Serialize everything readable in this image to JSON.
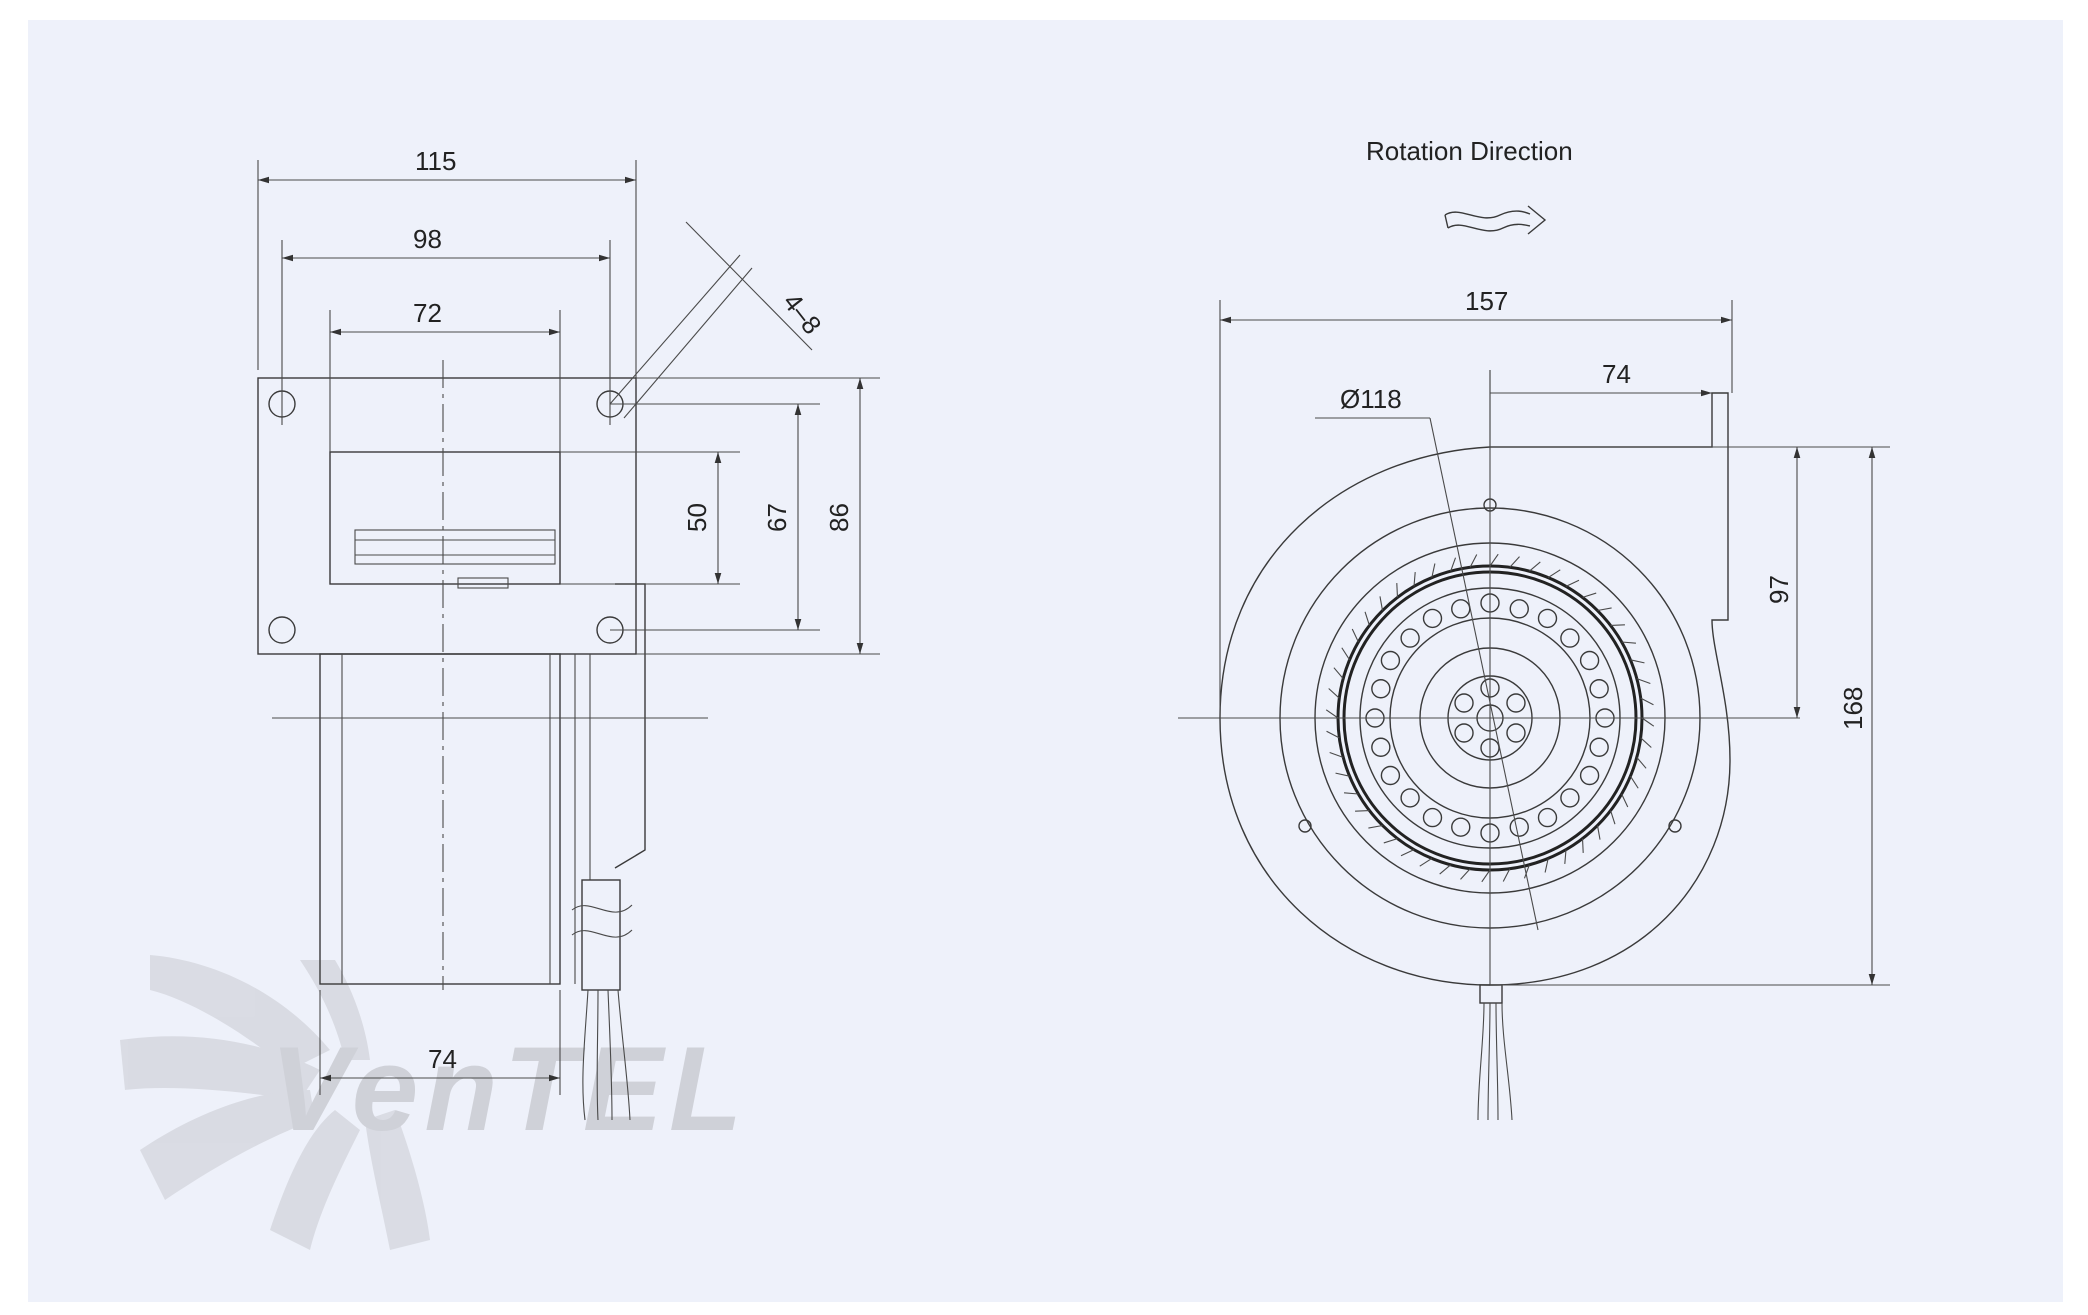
{
  "rotation": {
    "label": "Rotation  Direction"
  },
  "side_view": {
    "dims": {
      "width_115": "115",
      "width_98": "98",
      "width_72": "72",
      "slot": "4–8",
      "height_50": "50",
      "height_67": "67",
      "height_86": "86",
      "depth_74": "74"
    }
  },
  "front_view": {
    "dims": {
      "width_157": "157",
      "offset_74": "74",
      "diameter": "Ø118",
      "height_97": "97",
      "height_168": "168"
    }
  },
  "watermark": {
    "text": "VenTEL"
  },
  "colors": {
    "background": "#ffffff",
    "panel": "#eef1fa",
    "lines": "#3a3a3a",
    "watermark_grey": "#cfd1d8",
    "watermark_blue": "#c8d8f2"
  }
}
